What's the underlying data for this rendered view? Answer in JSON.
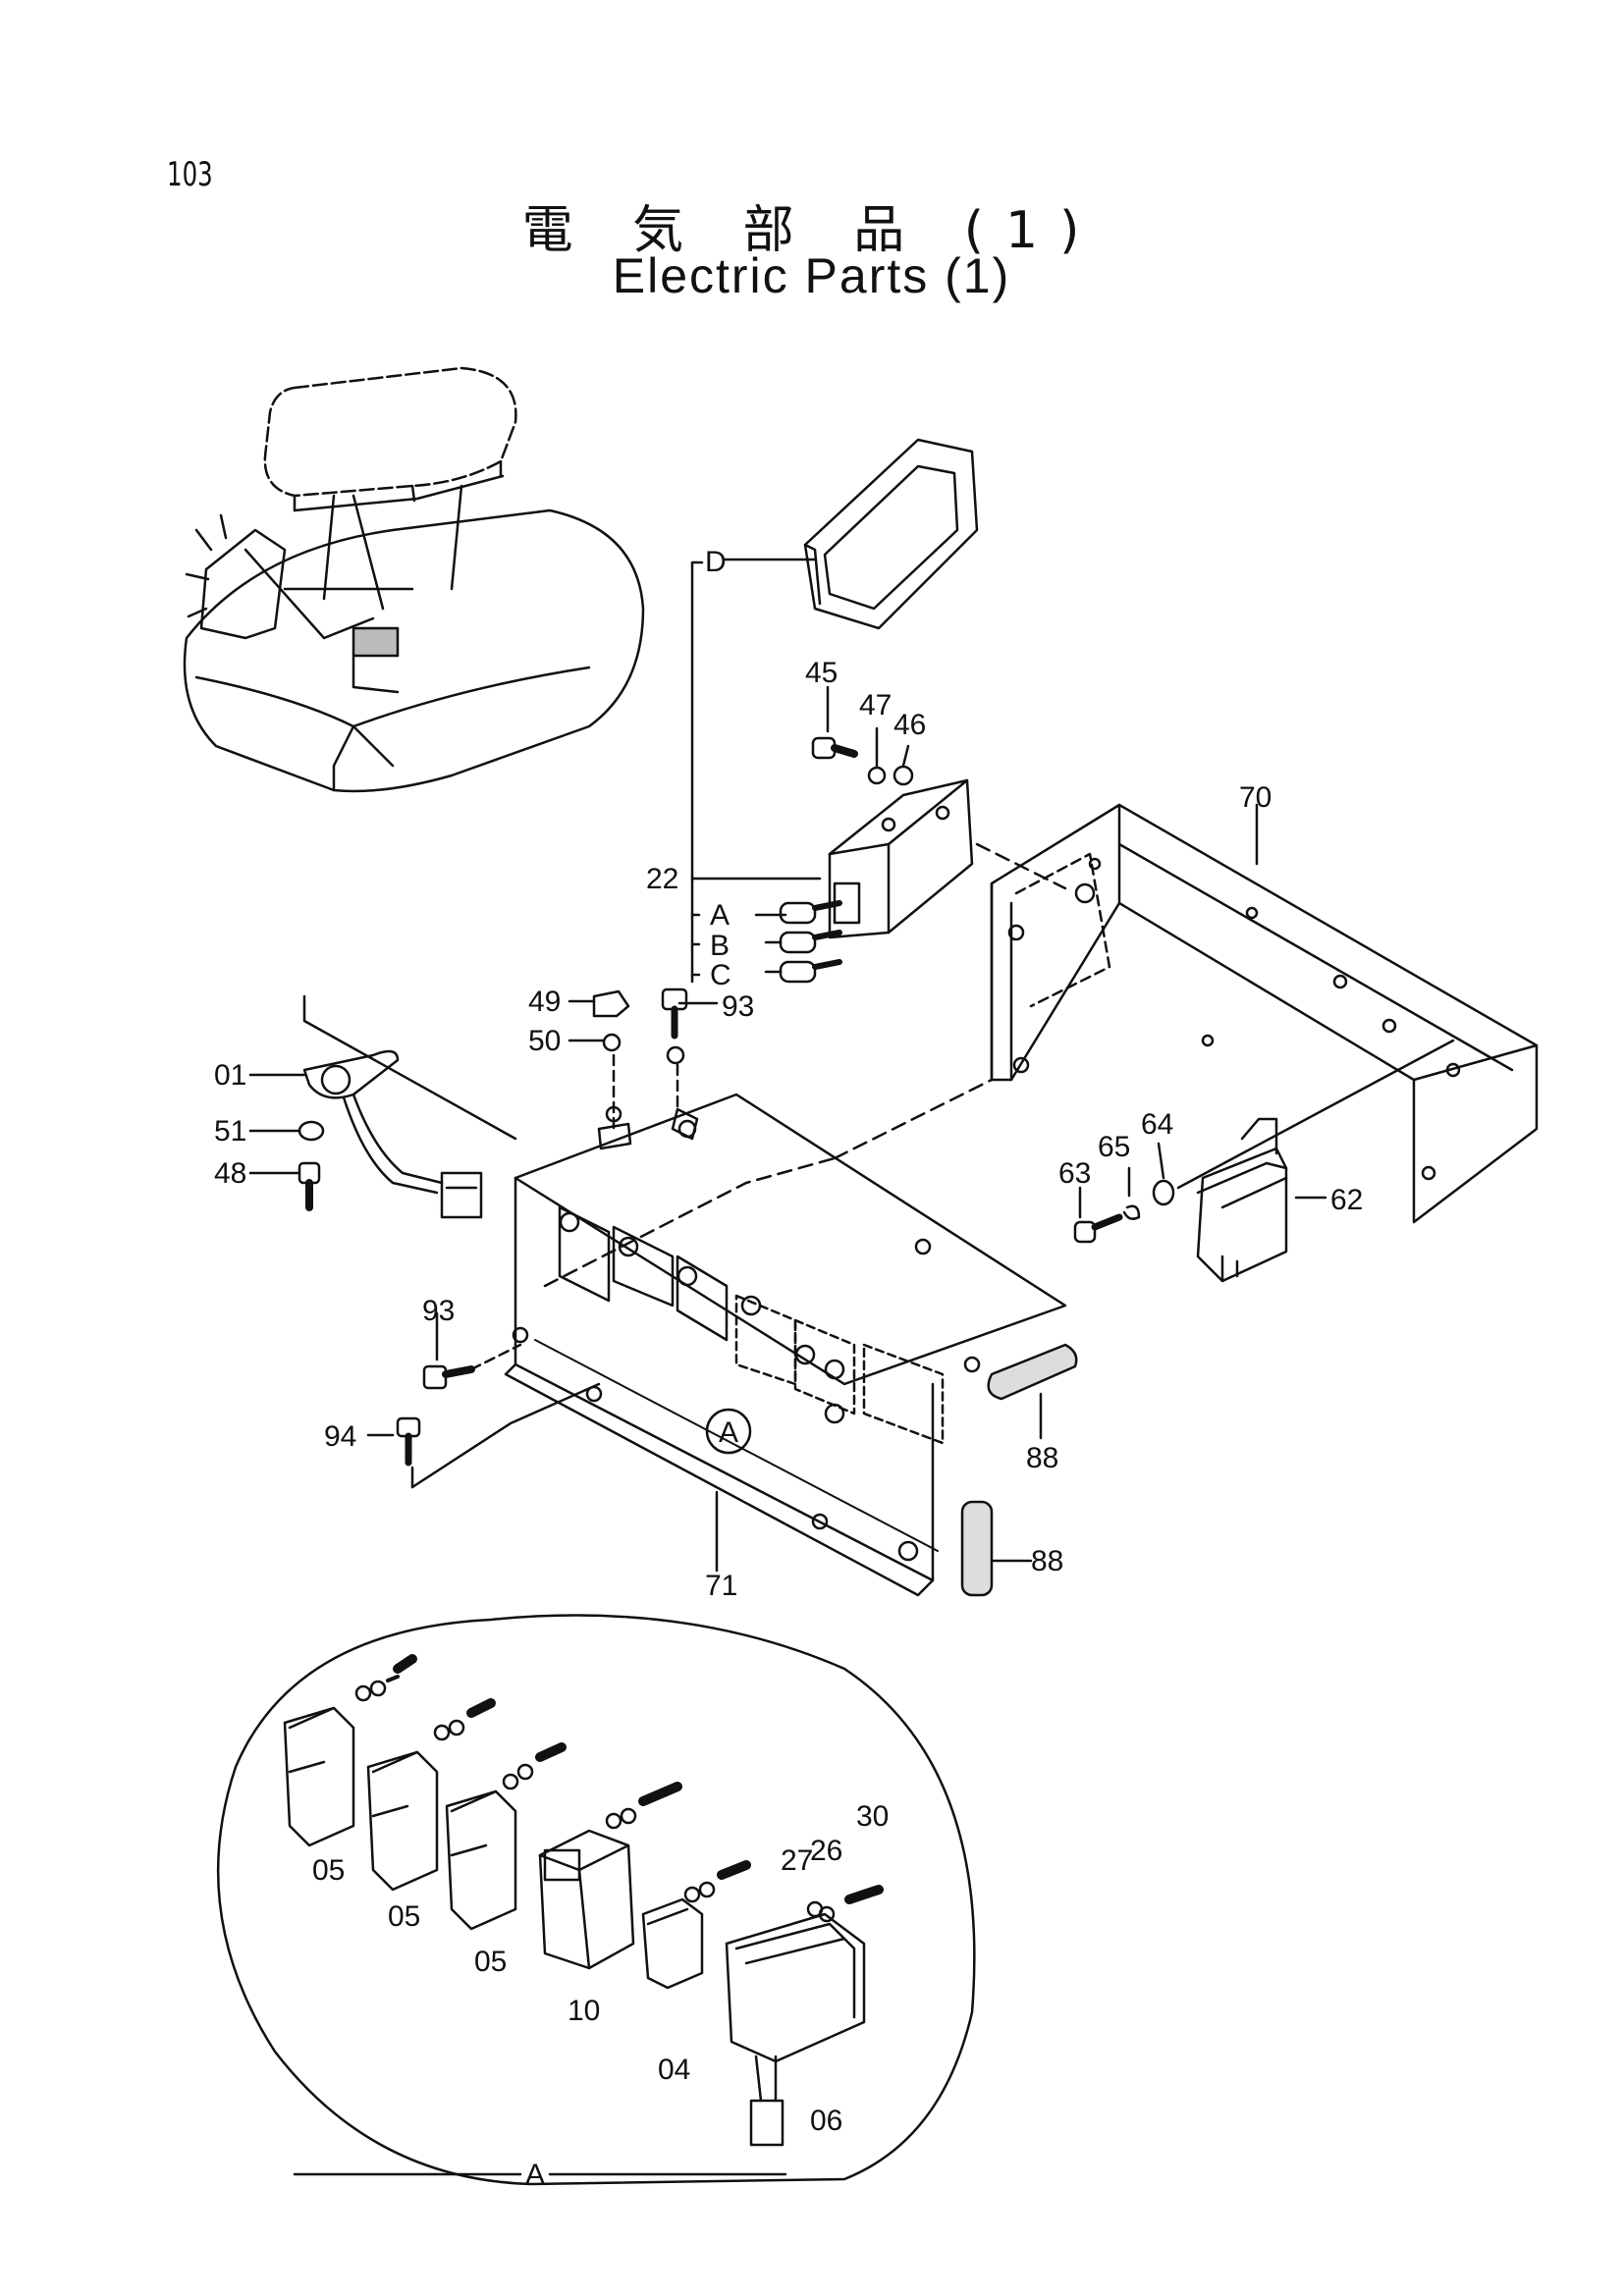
{
  "page_number": "103",
  "title_jp": "電 気 部 品 (1)",
  "title_en": "Electric Parts (1)",
  "callouts": {
    "c01": "01",
    "c04": "04",
    "c05a": "05",
    "c05b": "05",
    "c05c": "05",
    "c06": "06",
    "c10": "10",
    "c22": "22",
    "c26": "26",
    "c27": "27",
    "c30": "30",
    "c45": "45",
    "c46": "46",
    "c47": "47",
    "c48": "48",
    "c49": "49",
    "c50": "50",
    "c51": "51",
    "c62": "62",
    "c63": "63",
    "c64": "64",
    "c65": "65",
    "c70": "70",
    "c71": "71",
    "c88a": "88",
    "c88b": "88",
    "c93a": "93",
    "c93b": "93",
    "c94": "94"
  },
  "variant_labels": {
    "a": "A",
    "b": "B",
    "c": "C",
    "d": "D"
  },
  "detail": {
    "marker": "A",
    "label": "A"
  }
}
